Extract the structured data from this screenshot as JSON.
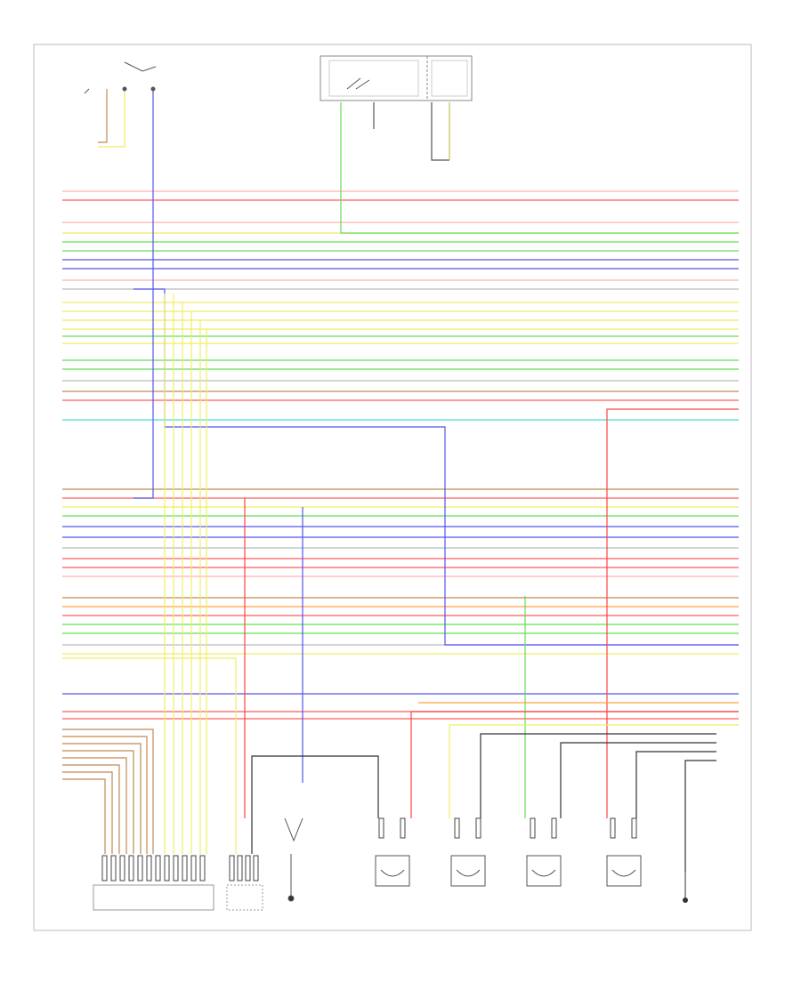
{
  "diagram": {
    "wire_colors": {
      "red": "#ff5a5a",
      "pink": "#ffb0b0",
      "green": "#66dd55",
      "blue": "#5555ee",
      "yellow": "#eeee66",
      "brown": "#c08a55",
      "cyan": "#44dddd",
      "gray": "#bbbbbb",
      "black": "#333333",
      "orange": "#ffa040"
    },
    "wires": [
      {
        "color": "pink"
      },
      {
        "color": "red"
      },
      {
        "color": "pink"
      },
      {
        "color": "yellow"
      },
      {
        "color": "green"
      },
      {
        "color": "green"
      },
      {
        "color": "blue"
      },
      {
        "color": "blue"
      },
      {
        "color": "pink"
      },
      {
        "color": "gray"
      },
      {
        "color": "yellow"
      },
      {
        "color": "yellow"
      },
      {
        "color": "yellow"
      },
      {
        "color": "yellow"
      },
      {
        "color": "green"
      },
      {
        "color": "yellow"
      },
      {
        "color": "green"
      },
      {
        "color": "green"
      },
      {
        "color": "gray"
      },
      {
        "color": "brown"
      },
      {
        "color": "red"
      },
      {
        "color": "cyan"
      },
      {
        "color": "brown"
      },
      {
        "color": "red"
      },
      {
        "color": "yellow"
      },
      {
        "color": "green"
      },
      {
        "color": "blue"
      },
      {
        "color": "blue"
      },
      {
        "color": "gray"
      },
      {
        "color": "red"
      },
      {
        "color": "red"
      },
      {
        "color": "pink"
      },
      {
        "color": "brown"
      },
      {
        "color": "orange"
      },
      {
        "color": "red"
      },
      {
        "color": "green"
      },
      {
        "color": "green"
      },
      {
        "color": "gray"
      },
      {
        "color": "yellow"
      },
      {
        "color": "blue"
      },
      {
        "color": "red"
      },
      {
        "color": "red"
      }
    ],
    "components": [
      {
        "name": "ecm-connector"
      },
      {
        "name": "transmission-connector"
      },
      {
        "name": "range-switch"
      },
      {
        "name": "sensor-1"
      },
      {
        "name": "sensor-2"
      },
      {
        "name": "sensor-3"
      },
      {
        "name": "sensor-4"
      },
      {
        "name": "ground-point"
      },
      {
        "name": "fuse-relay-box"
      },
      {
        "name": "ignition-switch"
      }
    ]
  }
}
